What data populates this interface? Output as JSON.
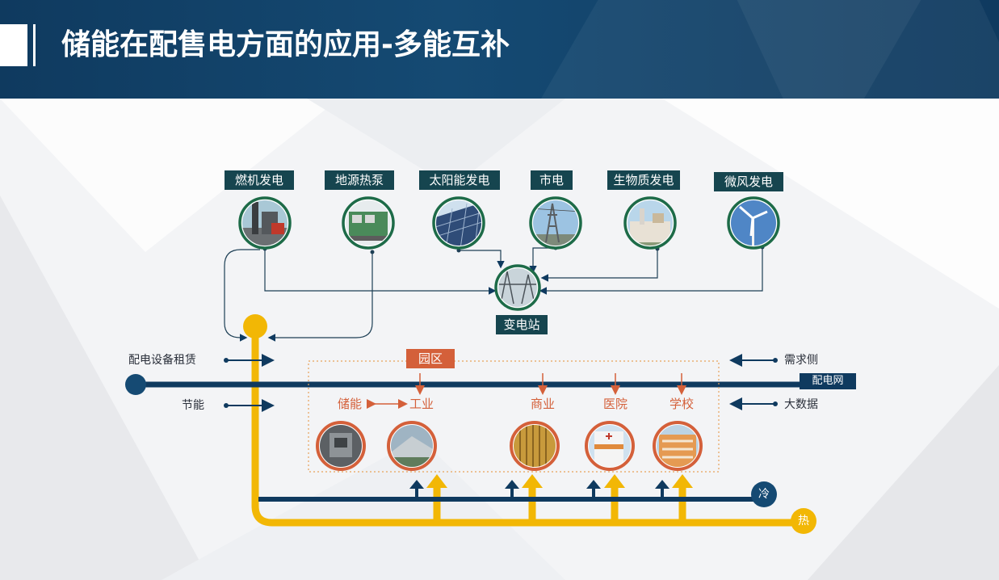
{
  "title": "储能在配售电方面的应用-多能互补",
  "sources": [
    "燃机发电",
    "地源热泵",
    "太阳能发电",
    "市电",
    "生物质发电",
    "微风发电"
  ],
  "substation": "变电站",
  "park": "园区",
  "grid": "配电网",
  "left_labels": [
    "配电设备租赁",
    "节能"
  ],
  "right_labels": [
    "需求侧",
    "大数据"
  ],
  "consumers": [
    "储能",
    "工业",
    "商业",
    "医院",
    "学校"
  ],
  "cold": "冷",
  "heat": "热",
  "colors": {
    "navy": "#0f3a5f",
    "green": "#1d6b48",
    "orange": "#d4603a",
    "yellow": "#f2b705",
    "teal_label": "#16454f"
  }
}
